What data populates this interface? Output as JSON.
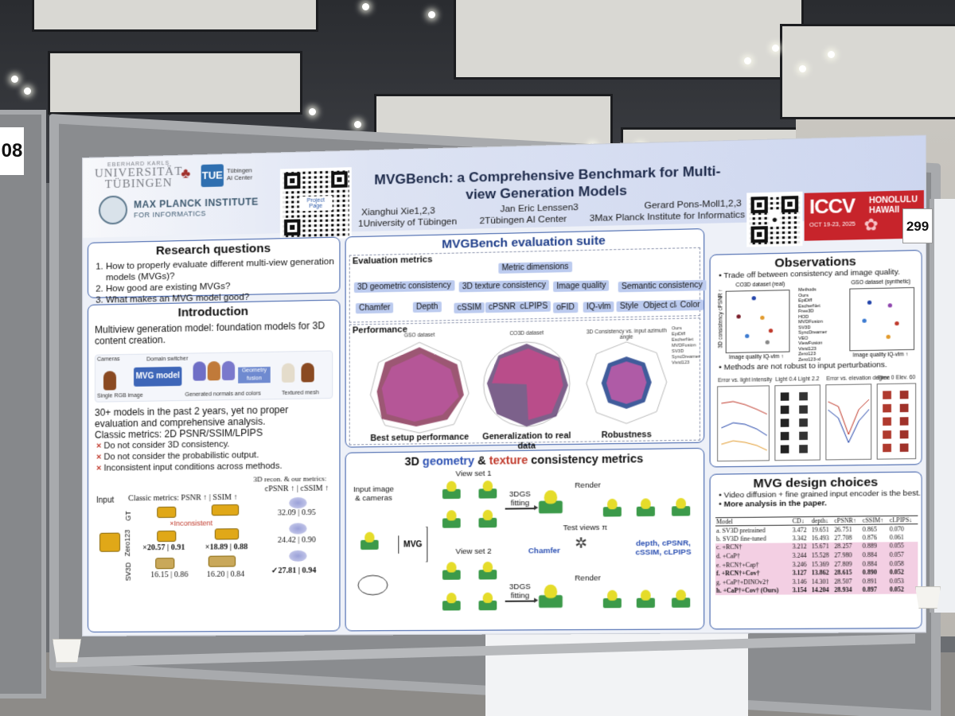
{
  "booth": {
    "left_board_number": "08",
    "board_number": "299"
  },
  "header": {
    "uni_line1": "EBERHARD KARLS",
    "uni_line2": "UNIVERSITÄT",
    "uni_line3": "TÜBINGEN",
    "ai_center": "Tübingen AI Center",
    "mpi_line1": "MAX PLANCK INSTITUTE",
    "mpi_line2": "FOR INFORMATICS",
    "qr_label": "Project Page",
    "title": "MVGBench: a Comprehensive Benchmark for Multi-view Generation Models",
    "authors": [
      "Xianghui Xie1,2,3",
      "Jan Eric Lenssen3",
      "Gerard Pons-Moll1,2,3"
    ],
    "affiliations": [
      "1University of Tübingen",
      "2Tübingen AI Center",
      "3Max Planck Institute for Informatics"
    ],
    "conf_name": "ICCV",
    "conf_city": "HONOLULU",
    "conf_state": "HAWAII",
    "conf_dates": "OCT 19-23, 2025"
  },
  "research_questions": {
    "heading": "Research questions",
    "items": [
      "How to properly evaluate different multi-view generation models (MVGs)?",
      "How good are existing MVGs?",
      "What makes an MVG model good?"
    ]
  },
  "introduction": {
    "heading": "Introduction",
    "p1": "Multiview generation model: foundation models for 3D content creation.",
    "pipeline": {
      "model": "MVG model",
      "domain": "Domain switcher",
      "cameras": "Cameras",
      "input": "Single RGB image",
      "generated": "Generated normals and colors",
      "fusion": "Geometry fusion",
      "output": "Textured mesh"
    },
    "p2": "30+ models in the past 2 years, yet no proper evaluation and comprehensive analysis.",
    "p3": "Classic metrics: 2D PSNR/SSIM/LPIPS",
    "cons": [
      "Do not consider 3D consistency.",
      "Do not consider the probabilistic output.",
      "Inconsistent input conditions across methods."
    ],
    "table": {
      "col_input": "Input",
      "col_classic": "Classic metrics: PSNR ↑ | SSIM ↑",
      "col_ours_head": "3D recon. & our metrics:",
      "col_ours": "cPSNR ↑ | cSSIM ↑",
      "inconsistent": "×Inconsistent",
      "rows": [
        "GT",
        "Zero123",
        "SV3D"
      ],
      "zero123_a": "×20.57 | 0.91",
      "zero123_b": "×18.89 | 0.88",
      "sv3d_a": "16.15 | 0.86",
      "sv3d_b": "16.20 | 0.84",
      "ours_1": "32.09 | 0.95",
      "ours_2": "24.42 | 0.90",
      "ours_3": "✓27.81 | 0.94"
    }
  },
  "suite": {
    "heading": "MVGBench evaluation suite",
    "eval_label": "Evaluation metrics",
    "root": "Metric dimensions",
    "groups": [
      "3D geometric consistency",
      "3D texture consistency",
      "Image quality",
      "Semantic consistency"
    ],
    "leaves": [
      "Chamfer",
      "Depth",
      "cSSIM",
      "cPSNR",
      "cLPIPS",
      "oFID",
      "IQ-vlm",
      "Style",
      "Object class",
      "Color"
    ],
    "perf_label": "Performance",
    "radars": [
      {
        "dataset": "GSO dataset",
        "caption": "Best setup performance"
      },
      {
        "dataset": "CO3D dataset",
        "caption": "Generalization to real data"
      },
      {
        "dataset": "3D Consistency vs. input azimuth angle",
        "caption": "Robustness"
      }
    ],
    "legend": [
      "Ours",
      "EpiDiff",
      "EscherNet",
      "MVDFusion",
      "SV3D",
      "SyncDreamer",
      "Vivid123"
    ]
  },
  "geometry": {
    "heading_pre": "3D ",
    "heading_g": "geometry",
    "heading_mid": " & ",
    "heading_t": "texture",
    "heading_post": " consistency metrics",
    "input": "Input image & cameras",
    "model": "MVG",
    "view1": "View set 1",
    "view2": "View set 2",
    "fit": "3DGS fitting",
    "render": "Render",
    "test": "Test views π",
    "chamfer": "Chamfer",
    "metrics": "depth, cPSNR, cSSIM, cLPIPS"
  },
  "observations": {
    "heading": "Observations",
    "b1": "Trade off between consistency and image quality.",
    "chart1": "CO3D dataset (real)",
    "chart2": "GSO dataset (synthetic)",
    "xlabel": "Image quality IQ-vlm ↑",
    "ylabel": "3D consistency cPSNR ↑",
    "methods_label": "Methods",
    "methods": [
      "Ours",
      "EpiDiff",
      "EscherNet",
      "Free3D",
      "HOD",
      "MVDFusion",
      "SV3D",
      "SyncDreamer",
      "VEO",
      "ViewFusion",
      "Vivid123",
      "Zero123",
      "Zero123-xl"
    ],
    "b2": "Methods are not robust to input perturbations.",
    "sub1": "Error vs. light intensity",
    "sub2": "Light 0.4",
    "sub3": "Light 2.2",
    "sub4": "Error vs. elevation degree",
    "sub5": "Elev. 0",
    "sub6": "Elev. 60"
  },
  "design": {
    "heading": "MVG design choices",
    "b1": "Video diffusion + fine grained input encoder is the best.",
    "b2": "More analysis in the paper.",
    "cols": [
      "Model",
      "CD↓",
      "depth↓",
      "cPSNR↑",
      "cSSIM↑",
      "cLPIPS↓"
    ],
    "rows": [
      [
        "a. SV3D pretrained",
        "3.472",
        "19.651",
        "26.751",
        "0.865",
        "0.070"
      ],
      [
        "b. SV3D fine-tuned",
        "3.342",
        "16.493",
        "27.708",
        "0.876",
        "0.061"
      ],
      [
        "c. +RCN†",
        "3.212",
        "15.671",
        "28.257",
        "0.889",
        "0.055"
      ],
      [
        "d. +CaP†",
        "3.244",
        "15.528",
        "27.980",
        "0.884",
        "0.057"
      ],
      [
        "e. +RCN†+Cap†",
        "3.246",
        "15.369",
        "27.809",
        "0.884",
        "0.058"
      ],
      [
        "f. +RCN†+Cov†",
        "3.127",
        "13.862",
        "28.615",
        "0.890",
        "0.052"
      ],
      [
        "g. +CaP†+DINOv2†",
        "3.146",
        "14.301",
        "28.507",
        "0.891",
        "0.053"
      ],
      [
        "h. +CaP†+Cov† (Ours)",
        "3.154",
        "14.204",
        "28.934",
        "0.897",
        "0.052"
      ]
    ]
  }
}
